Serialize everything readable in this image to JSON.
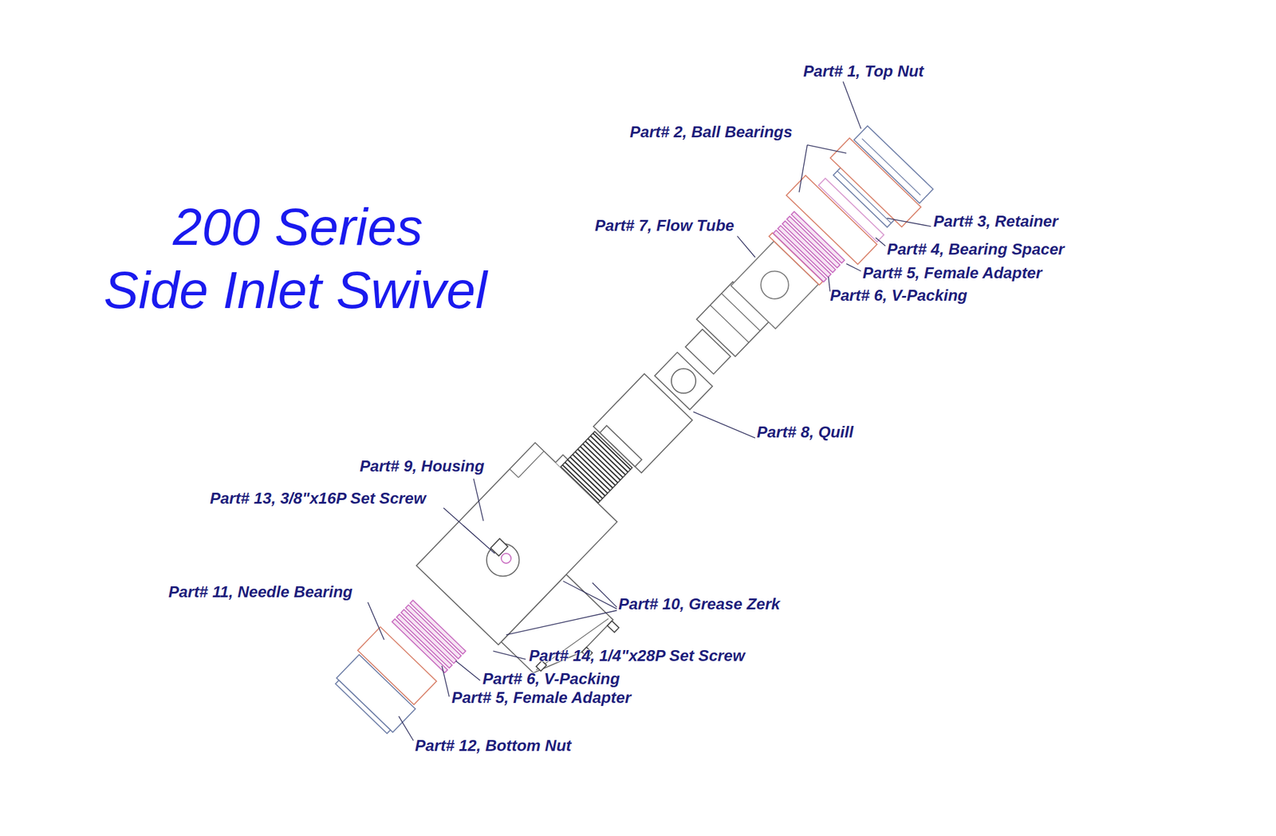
{
  "diagram": {
    "title": "200 Series Side Inlet Swivel",
    "labels": [
      "Part# 1, Top Nut",
      "Part# 2, Ball Bearings",
      "Part# 3, Retainer",
      "Part# 4, Bearing Spacer",
      "Part# 5, Female Adapter",
      "Part# 6, V-Packing",
      "Part# 7, Flow Tube",
      "Part# 8, Quill",
      "Part# 9, Housing",
      "Part# 13, 3/8\"x16P Set Screw",
      "Part# 11, Needle Bearing",
      "Part# 10, Grease Zerk",
      "Part# 14, 1/4\"x28P Set Screw",
      "Part# 6, V-Packing",
      "Part# 5, Female Adapter",
      "Part# 12, Bottom Nut"
    ]
  }
}
